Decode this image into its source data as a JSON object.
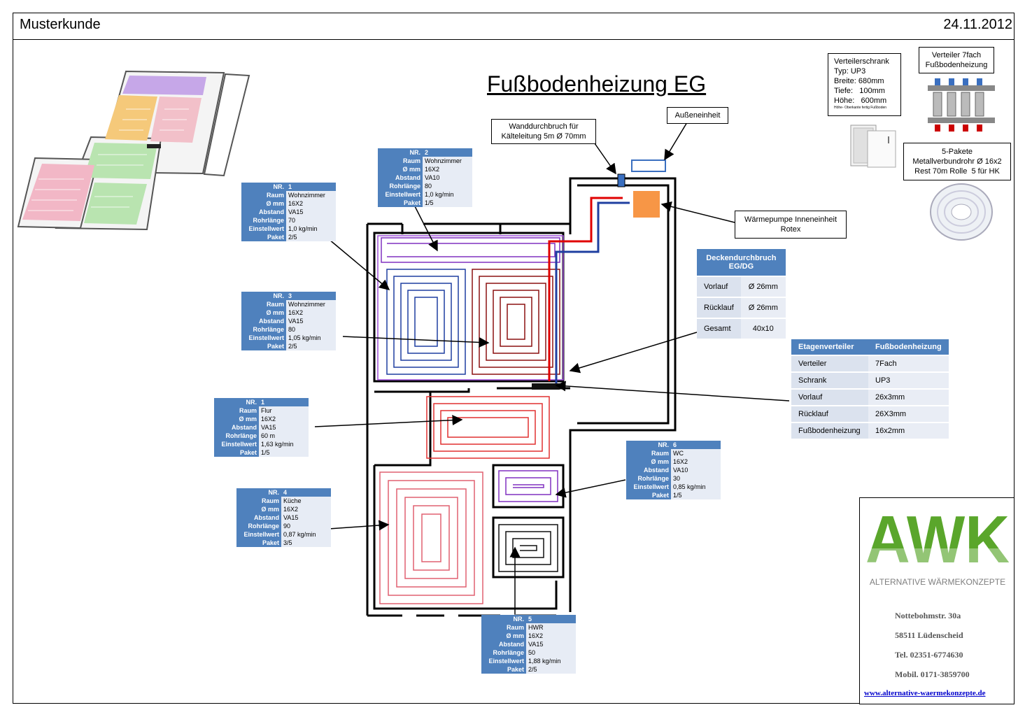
{
  "header": {
    "customer": "Musterkunde",
    "date": "24.11.2012"
  },
  "title": "Fußbodenheizung EG",
  "callouts": {
    "wall": [
      "Wanddurchbruch für",
      "Kälteleitung 5m Ø 70mm"
    ],
    "outdoor": "Außeneinheit",
    "heatpump": [
      "Wärmepumpe Inneneinheit",
      "Rotex"
    ],
    "cabinet": [
      "Verteilerschrank",
      "Typ: UP3",
      "Breite: 680mm",
      "Tiefe:   100mm",
      "Höhe:   600mm",
      "Höhe- Oberkante fertig Fußboden"
    ],
    "distributor": [
      "Verteiler 7fach",
      "Fußbodenheizung"
    ],
    "pipes": [
      "5-Pakete",
      "Metallverbundrohr Ø 16x2",
      "Rest 70m Rolle  5 für HK"
    ]
  },
  "circuit_keys": [
    "NR.",
    "Raum",
    "Ø mm",
    "Abstand",
    "Rohrlänge",
    "Einstellwert",
    "Paket"
  ],
  "circuits": [
    {
      "nr": "1",
      "raum": "Wohnzimmer",
      "d": "16X2",
      "abstand": "VA15",
      "laenge": "70",
      "einstell": "1,0 kg/min",
      "paket": "2/5"
    },
    {
      "nr": "2",
      "raum": "Wohnzimmer",
      "d": "16X2",
      "abstand": "VA10",
      "laenge": "80",
      "einstell": "1,0 kg/min",
      "paket": "1/5"
    },
    {
      "nr": "3",
      "raum": "Wohnzimmer",
      "d": "16X2",
      "abstand": "VA15",
      "laenge": "80",
      "einstell": "1,05 kg/min",
      "paket": "2/5"
    },
    {
      "nr": "1",
      "raum": "Flur",
      "d": "16X2",
      "abstand": "VA15",
      "laenge": "60 m",
      "einstell": "1,63 kg/min",
      "paket": "1/5"
    },
    {
      "nr": "4",
      "raum": "Küche",
      "d": "16X2",
      "abstand": "VA15",
      "laenge": "90",
      "einstell": "0,87 kg/min",
      "paket": "3/5"
    },
    {
      "nr": "6",
      "raum": "WC",
      "d": "16X2",
      "abstand": "VA10",
      "laenge": "30",
      "einstell": "0,85 kg/min",
      "paket": "1/5"
    },
    {
      "nr": "5",
      "raum": "HWR",
      "d": "16X2",
      "abstand": "VA15",
      "laenge": "50",
      "einstell": "1,88 kg/min",
      "paket": "2/5"
    }
  ],
  "ceiling": {
    "title": [
      "Deckendurchbruch",
      "EG/DG"
    ],
    "rows": [
      [
        "Vorlauf",
        "Ø 26mm"
      ],
      [
        "Rücklauf",
        "Ø 26mm"
      ],
      [
        "Gesamt",
        "40x10"
      ]
    ]
  },
  "etagen": {
    "head": [
      "Etagenverteiler",
      "Fußbodenheizung"
    ],
    "rows": [
      [
        "Verteiler",
        "7Fach"
      ],
      [
        "Schrank",
        "UP3"
      ],
      [
        "Vorlauf",
        "26x3mm"
      ],
      [
        "Rücklauf",
        "26X3mm"
      ],
      [
        "Fußbodenheizung",
        "16x2mm"
      ]
    ]
  },
  "logo": {
    "brand": "AWK",
    "tagline": "ALTERNATIVE WÄRMEKONZEPTE",
    "colors": {
      "green": "#5aa62b",
      "gray": "#7f7f7f"
    }
  },
  "contact": {
    "street": "Nottebohmstr. 30a",
    "city": "58511 Lüdenscheid",
    "tel": "Tel. 02351-6774630",
    "mobil": "Mobil. 0171-3859700",
    "web": "www.alternative-waermekonzepte.de"
  },
  "colors": {
    "header_blue": "#4f81bd",
    "supply": "#e00000",
    "return": "#1f3fa0",
    "heatpump": "#f79646"
  }
}
